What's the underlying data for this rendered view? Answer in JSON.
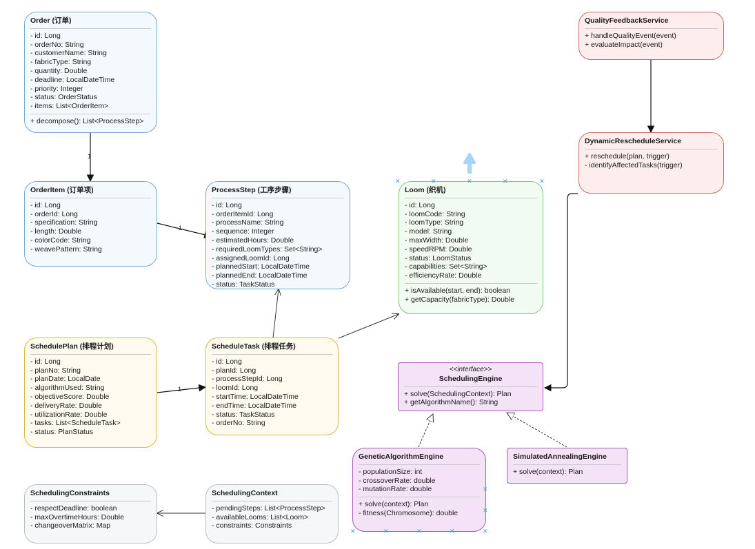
{
  "colors": {
    "entity": "#f4f9fd",
    "schedule": "#fffaf0",
    "resource": "#f2fbf1",
    "engine": "#f4e3f6",
    "service": "#fdeeed",
    "context": "#f6f7f8",
    "selection": "#3aa0d8"
  },
  "boxes": {
    "order": {
      "title": "Order (订单)",
      "attributes": [
        "- id: Long",
        "- orderNo: String",
        "- customerName: String",
        "- fabricType: String",
        "- quantity: Double",
        "- deadline: LocalDateTime",
        "- priority: Integer",
        "- status: OrderStatus",
        "- items: List<OrderItem>"
      ],
      "methods": [
        "+ decompose(): List<ProcessStep>"
      ]
    },
    "order_item": {
      "title": "OrderItem (订单项)",
      "attributes": [
        "- id: Long",
        "- orderId: Long",
        "- specification: String",
        "- length: Double",
        "- colorCode: String",
        "- weavePattern: String"
      ]
    },
    "process_step": {
      "title": "ProcessStep (工序步骤)",
      "attributes": [
        "- id: Long",
        "- orderItemId: Long",
        "- processName: String",
        "- sequence: Integer",
        "- estimatedHours: Double",
        "- requiredLoomTypes: Set<String>",
        "- assignedLoomId: Long",
        "- plannedStart: LocalDateTime",
        "- plannedEnd: LocalDateTime",
        "- status: TaskStatus"
      ]
    },
    "loom": {
      "title": "Loom (织机)",
      "attributes": [
        "- id: Long",
        "- loomCode: String",
        "- loomType: String",
        "- model: String",
        "- maxWidth: Double",
        "- speedRPM: Double",
        "- status: LoomStatus",
        "- capabilities: Set<String>",
        "- efficiencyRate: Double"
      ],
      "methods": [
        "+ isAvailable(start, end): boolean",
        "+ getCapacity(fabricType): Double"
      ]
    },
    "quality_feedback": {
      "title": "QualityFeedbackService",
      "methods": [
        "+ handleQualityEvent(event)",
        "+ evaluateImpact(event)"
      ]
    },
    "dynamic_reschedule": {
      "title": "DynamicRescheduleService",
      "methods": [
        "+ reschedule(plan, trigger)",
        "- identifyAffectedTasks(trigger)"
      ]
    },
    "schedule_plan": {
      "title": "SchedulePlan (排程计划)",
      "attributes": [
        "- id: Long",
        "- planNo: String",
        "- planDate: LocalDate",
        "- algorithmUsed: String",
        "- objectiveScore: Double",
        "- deliveryRate: Double",
        "- utilizationRate: Double",
        "- tasks: List<ScheduleTask>",
        "- status: PlanStatus"
      ]
    },
    "schedule_task": {
      "title": "ScheduleTask (排程任务)",
      "attributes": [
        "- id: Long",
        "- planId: Long",
        "- processStepId: Long",
        "- loomId: Long",
        "- startTime: LocalDateTime",
        "- endTime: LocalDateTime",
        "- status: TaskStatus",
        "- orderNo: String"
      ]
    },
    "scheduling_engine": {
      "stereotype": "<<interface>>",
      "title": "SchedulingEngine",
      "methods": [
        "+ solve(SchedulingContext): Plan",
        "+ getAlgorithmName(): String"
      ]
    },
    "genetic_engine": {
      "title": "GeneticAlgorithmEngine",
      "attributes": [
        "- populationSize: int",
        "- crossoverRate: double",
        "- mutationRate: double"
      ],
      "methods": [
        "+ solve(context): Plan",
        "- fitness(Chromosome): double"
      ]
    },
    "annealing_engine": {
      "title": "SimulatedAnnealingEngine",
      "methods": [
        "+ solve(context): Plan"
      ]
    },
    "scheduling_constraints": {
      "title": "SchedulingConstraints",
      "attributes": [
        "- respectDeadline: boolean",
        "- maxOvertimeHours: Double",
        "- changeoverMatrix: Map"
      ]
    },
    "scheduling_context": {
      "title": "SchedulingContext",
      "attributes": [
        "- pendingSteps: List<ProcessStep>",
        "- availableLooms: List<Loom>",
        "- constraints: Constraints"
      ]
    }
  },
  "multiplicities": {
    "order_to_item": "1",
    "item_to_step": "1",
    "plan_to_task": "1"
  }
}
